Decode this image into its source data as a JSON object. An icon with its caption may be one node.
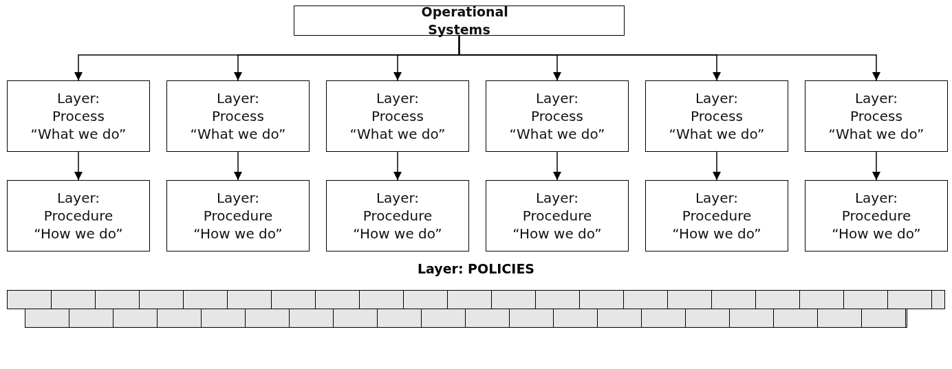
{
  "diagram": {
    "nodes": [
      {
        "text": [
          "Operational Systems"
        ]
      },
      {
        "text": [
          "Layer: Process",
          "“What we do”"
        ]
      },
      {
        "text": [
          "Layer: Process",
          "“What we do”"
        ]
      },
      {
        "text": [
          "Layer: Process",
          "“What we do”"
        ]
      },
      {
        "text": [
          "Layer: Process",
          "“What we do”"
        ]
      },
      {
        "text": [
          "Layer: Process",
          "“What we do”"
        ]
      },
      {
        "text": [
          "Layer: Process",
          "“What we do”"
        ]
      },
      {
        "text": [
          "Layer: Procedure",
          "“How we do”"
        ]
      },
      {
        "text": [
          "Layer: Procedure",
          "“How we do”"
        ]
      },
      {
        "text": [
          "Layer: Procedure",
          "“How we do”"
        ]
      },
      {
        "text": [
          "Layer: Procedure",
          "“How we do”"
        ]
      },
      {
        "text": [
          "Layer: Procedure",
          "“How we do”"
        ]
      },
      {
        "text": [
          "Layer: Procedure",
          "“How we do”"
        ]
      },
      {
        "text": [
          "Layer: POLICIES"
        ]
      }
    ],
    "edges": [
      {
        "from": 0,
        "to": 1,
        "arrow": "to"
      },
      {
        "from": 0,
        "to": 2,
        "arrow": "to"
      },
      {
        "from": 0,
        "to": 3,
        "arrow": "to"
      },
      {
        "from": 0,
        "to": 4,
        "arrow": "to"
      },
      {
        "from": 0,
        "to": 5,
        "arrow": "to"
      },
      {
        "from": 0,
        "to": 6,
        "arrow": "to"
      },
      {
        "from": 1,
        "to": 7,
        "arrow": "to"
      },
      {
        "from": 2,
        "to": 8,
        "arrow": "to"
      },
      {
        "from": 3,
        "to": 9,
        "arrow": "to"
      },
      {
        "from": 4,
        "to": 10,
        "arrow": "to"
      },
      {
        "from": 5,
        "to": 11,
        "arrow": "to"
      },
      {
        "from": 6,
        "to": 12,
        "arrow": "to"
      }
    ]
  }
}
